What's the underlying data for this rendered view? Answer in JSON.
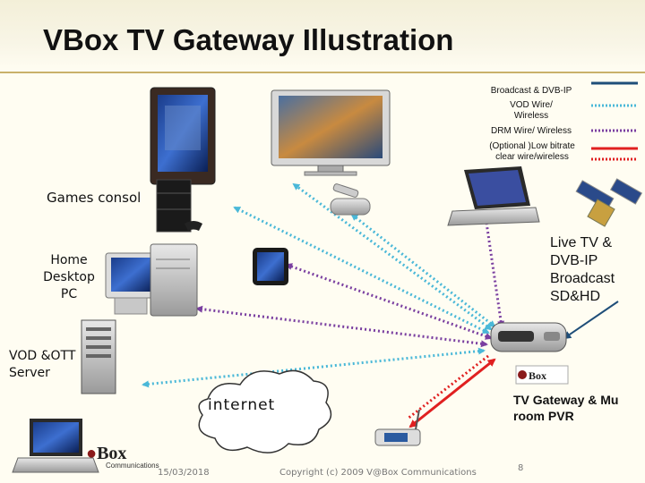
{
  "slide": {
    "title": "VBox TV Gateway Illustration",
    "legend": [
      {
        "label": "Broadcast & DVB-IP",
        "color": "#1f4e79",
        "style": "solid"
      },
      {
        "label": "VOD Wire/\nWireless",
        "color": "#4ab8d8",
        "style": "dotted"
      },
      {
        "label": "DRM  Wire/ Wireless",
        "color": "#7a3fa0",
        "style": "dotted"
      },
      {
        "label": "(Optional )Low bitrate\nclear wire/wireless",
        "color": "#e02020",
        "style": "solid+dotted"
      }
    ],
    "labels": {
      "games_console": "Games consol",
      "home_pc": "Home\nDesktop\nPC",
      "vod_server": "VOD &OTT\nServer",
      "live_tv": "Live TV &\nDVB-IP\nBroadcast\nSD&HD",
      "gateway": "TV  Gateway & Mu\nroom PVR",
      "internet": "internet"
    },
    "logo_text": "Box",
    "logo_sub": "Communications",
    "footer": {
      "date": "15/03/2018",
      "copyright": "Copyright (c) 2009 V@Box Communications",
      "page": "8"
    }
  }
}
